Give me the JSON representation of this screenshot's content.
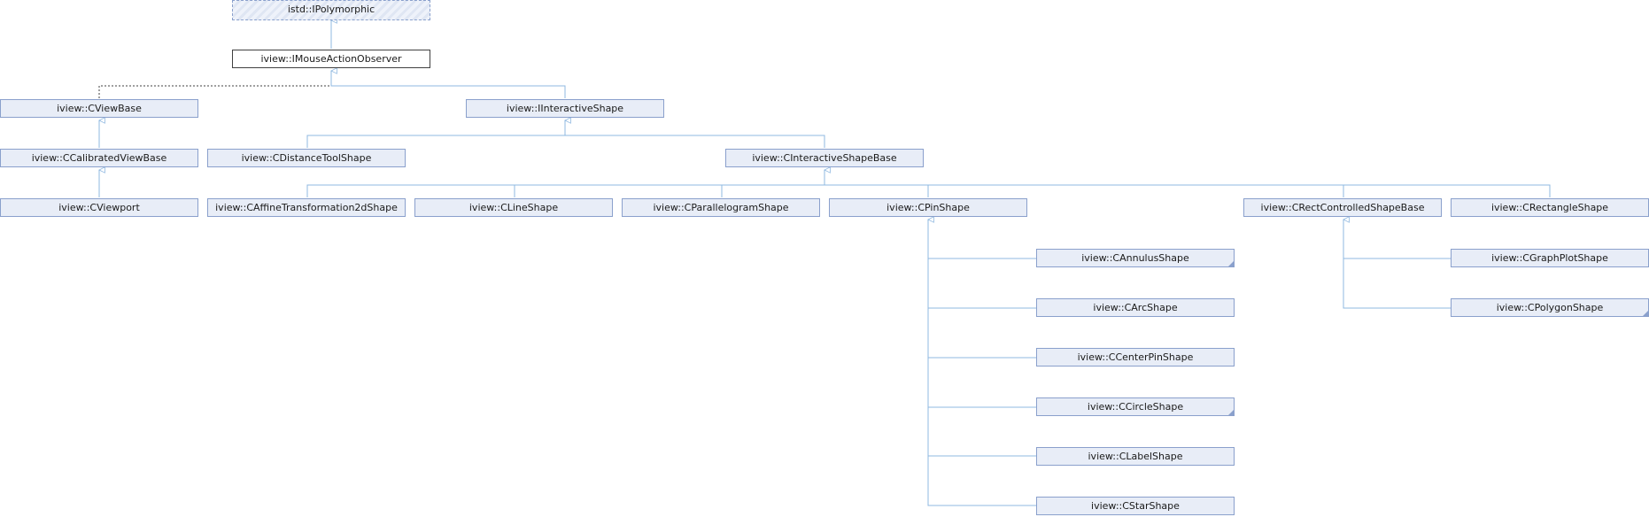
{
  "nodes": {
    "ipolymorphic": "istd::IPolymorphic",
    "imouseactionobserver": "iview::IMouseActionObserver",
    "cviewbase": "iview::CViewBase",
    "iinteractiveshape": "iview::IInteractiveShape",
    "ccalibratedviewbase": "iview::CCalibratedViewBase",
    "cdistancetoolshape": "iview::CDistanceToolShape",
    "cinteractiveshapebase": "iview::CInteractiveShapeBase",
    "cviewport": "iview::CViewport",
    "caffinetransformation2dshape": "iview::CAffineTransformation2dShape",
    "clineshape": "iview::CLineShape",
    "cparallelogramshape": "iview::CParallelogramShape",
    "cpinshape": "iview::CPinShape",
    "crectcontrolledshapebase": "iview::CRectControlledShapeBase",
    "crectangleshape": "iview::CRectangleShape",
    "cannulusshape": "iview::CAnnulusShape",
    "carcshape": "iview::CArcShape",
    "ccenterpinshape": "iview::CCenterPinShape",
    "ccircleshape": "iview::CCircleShape",
    "clabelshape": "iview::CLabelShape",
    "cstarshape": "iview::CStarShape",
    "cgraphplotshape": "iview::CGraphPlotShape",
    "cpolygonshape": "iview::CPolygonShape"
  },
  "colors": {
    "edge": "#8fb8e0",
    "node_fill": "#e8edf7",
    "node_border": "#8aa0cc",
    "current_border": "#404040"
  }
}
